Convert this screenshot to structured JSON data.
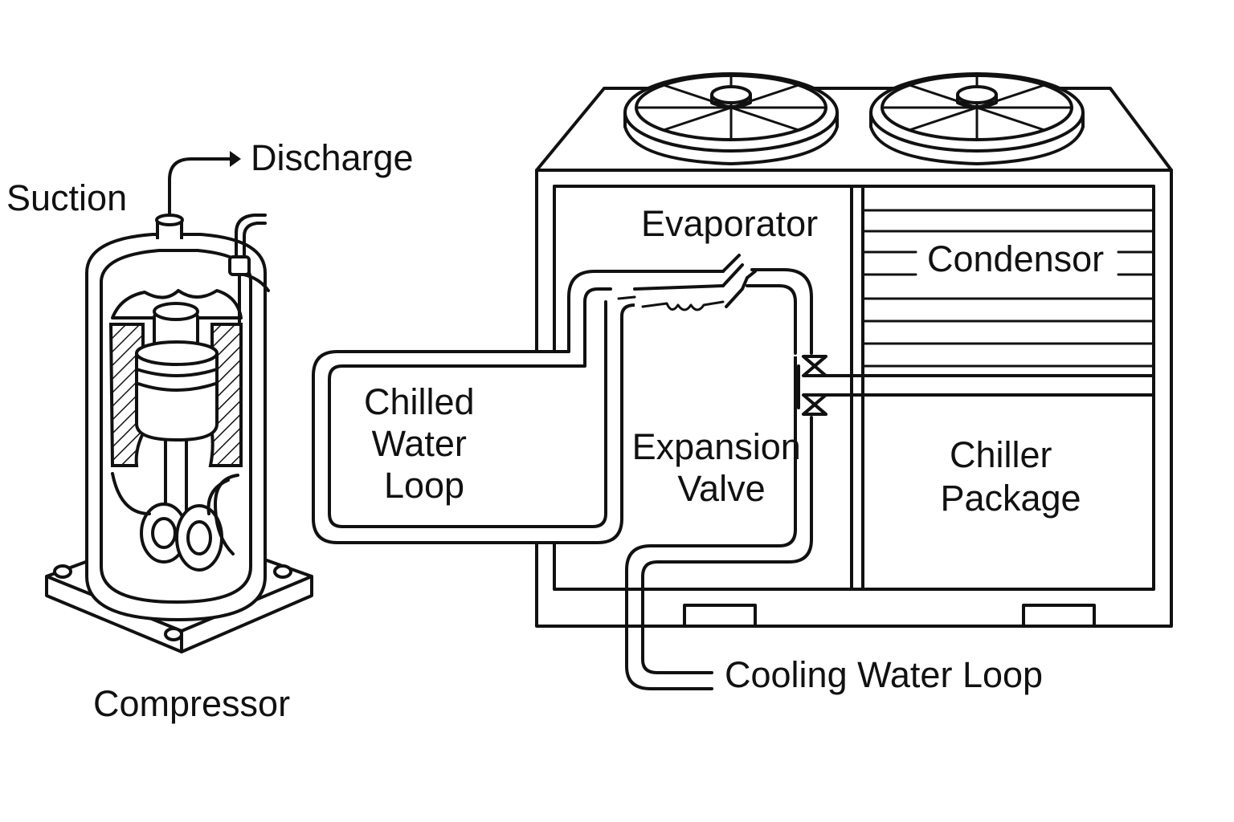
{
  "labels": {
    "suction": "Suction",
    "discharge": "Discharge",
    "compressor": "Compressor",
    "evaporator": "Evaporator",
    "condensor": "Condensor",
    "chilled_water_loop": [
      "Chilled",
      "Water",
      "Loop"
    ],
    "expansion_valve": [
      "Expansion",
      "Valve"
    ],
    "chiller_package": [
      "Chiller",
      "Package"
    ],
    "cooling_water_loop": "Cooling Water Loop"
  },
  "colors": {
    "line": "#111111",
    "background": "#ffffff"
  }
}
